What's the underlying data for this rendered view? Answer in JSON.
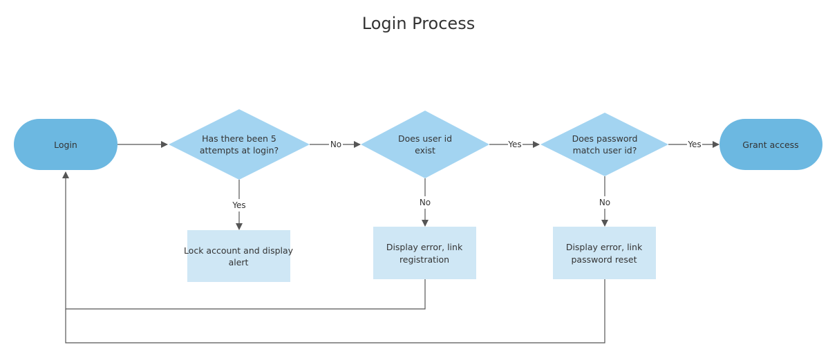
{
  "title": "Login Process",
  "colors": {
    "terminal": "#6cb8e1",
    "decision": "#a3d4f1",
    "process": "#cfe7f5",
    "line": "#555555",
    "text": "#333333"
  },
  "nodes": {
    "login": [
      "Login"
    ],
    "attempts": [
      "Has there been 5",
      "attempts at login?"
    ],
    "user_exists": [
      "Does user id",
      "exist"
    ],
    "password_match": [
      "Does password",
      "match user id?"
    ],
    "grant": [
      "Grant access"
    ],
    "lock": [
      "Lock account and display",
      "alert"
    ],
    "error_registration": [
      "Display error, link",
      "registration"
    ],
    "error_password": [
      "Display error, link",
      "password reset"
    ]
  },
  "edges": {
    "attempts_to_user": "No",
    "attempts_to_lock": "Yes",
    "user_to_password": "Yes",
    "user_to_error": "No",
    "password_to_grant": "Yes",
    "password_to_error": "No"
  }
}
